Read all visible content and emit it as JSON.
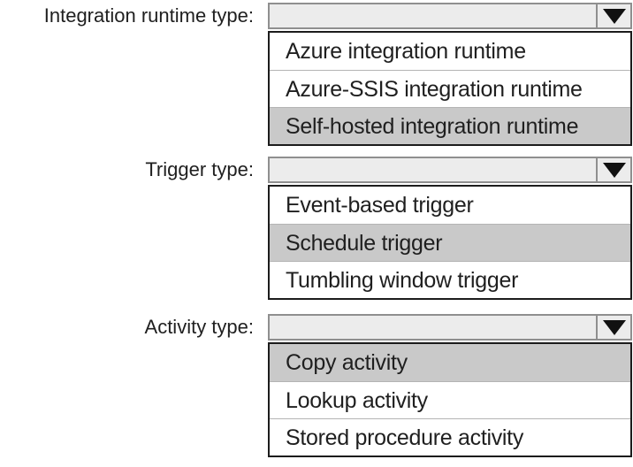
{
  "colors": {
    "page_bg": "#ffffff",
    "text": "#1f1f1f",
    "header_fill": "#ececec",
    "header_border": "#8f8f8f",
    "list_border": "#1c1c1c",
    "row_divider": "#b4b4b4",
    "option_highlight": "#c9c9c9",
    "arrow": "#111111"
  },
  "icons": {
    "dropdown_arrow": "chevron-down-icon"
  },
  "dropdowns": [
    {
      "label": "Integration runtime type:",
      "selected_value": "",
      "options": [
        {
          "label": "Azure integration runtime",
          "highlighted": false
        },
        {
          "label": "Azure-SSIS integration runtime",
          "highlighted": false
        },
        {
          "label": "Self-hosted integration runtime",
          "highlighted": true
        }
      ]
    },
    {
      "label": "Trigger type:",
      "selected_value": "",
      "options": [
        {
          "label": "Event-based trigger",
          "highlighted": false
        },
        {
          "label": "Schedule trigger",
          "highlighted": true
        },
        {
          "label": "Tumbling window trigger",
          "highlighted": false
        }
      ]
    },
    {
      "label": "Activity type:",
      "selected_value": "",
      "options": [
        {
          "label": "Copy activity",
          "highlighted": true
        },
        {
          "label": "Lookup activity",
          "highlighted": false
        },
        {
          "label": "Stored procedure activity",
          "highlighted": false
        }
      ]
    }
  ]
}
